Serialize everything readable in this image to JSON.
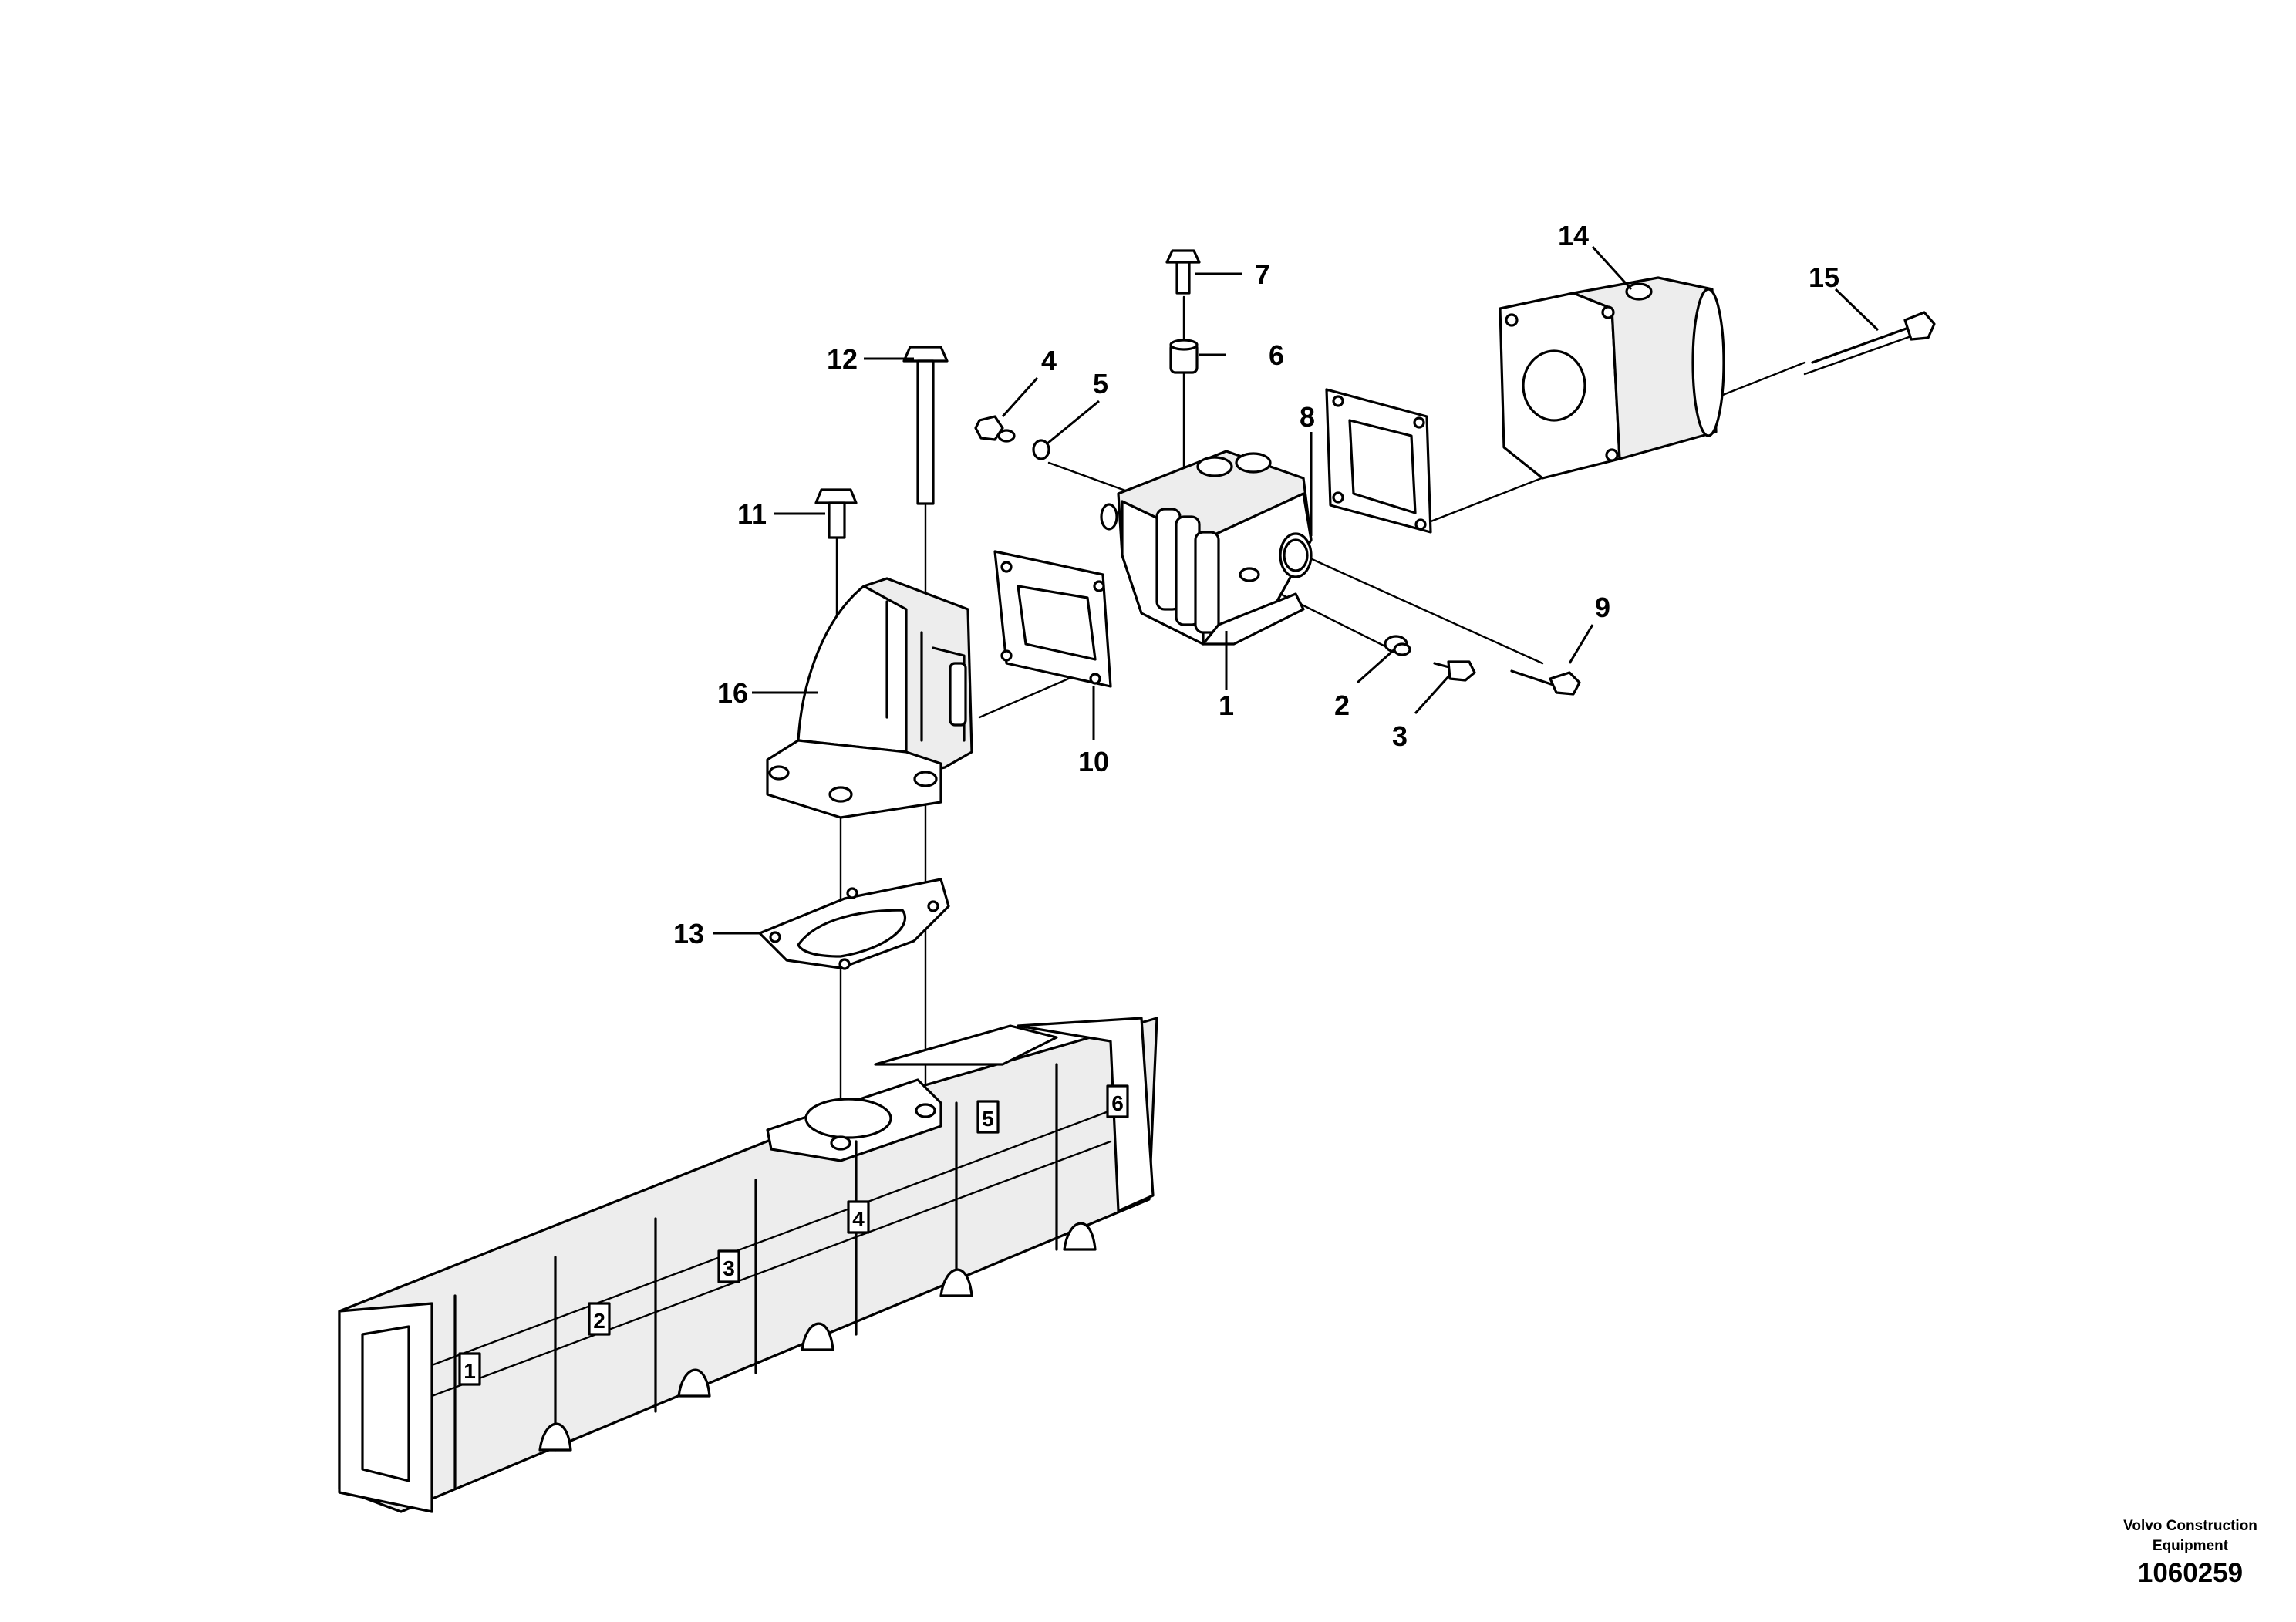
{
  "callouts": [
    "1",
    "2",
    "3",
    "4",
    "5",
    "6",
    "7",
    "8",
    "9",
    "10",
    "11",
    "12",
    "13",
    "14",
    "15",
    "16"
  ],
  "cylinder_marks": [
    "1",
    "2",
    "3",
    "4",
    "5",
    "6"
  ],
  "footer": {
    "publisher_line1": "Volvo Construction",
    "publisher_line2": "Equipment",
    "doc_number": "1060259"
  }
}
